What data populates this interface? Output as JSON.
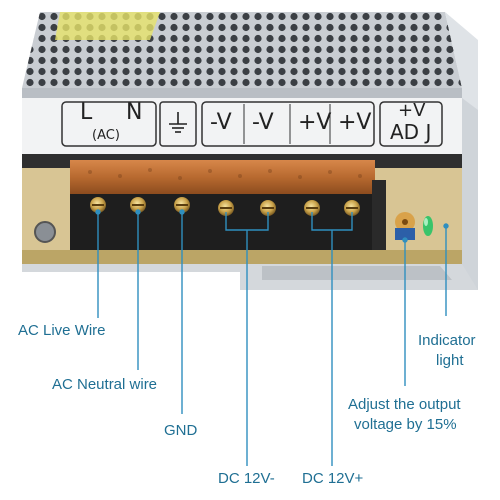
{
  "terminal_panel": {
    "ac_group": {
      "l": "L",
      "n": "N",
      "sub": "(AC)"
    },
    "ground_symbol": "earth-ground-icon",
    "dc_labels": [
      "-V",
      "-V",
      "+V",
      "+V"
    ],
    "adj_label_top": "+V",
    "adj_label_bottom": "AD J"
  },
  "callouts": {
    "ac_live": "AC Live Wire",
    "ac_neutral": "AC Neutral wire",
    "gnd": "GND",
    "dc_minus": "DC 12V-",
    "dc_plus": "DC 12V+",
    "indicator_line1": "Indicator",
    "indicator_line2": "light",
    "adjust_line1": "Adjust the output",
    "adjust_line2": "voltage by 15%"
  },
  "colors": {
    "callout_text": "#1f6f93",
    "leader_line": "#2f8fbf",
    "terminal_strip": "#b86a30",
    "chassis": "#c8ccd0",
    "pcb": "#d9c79a"
  }
}
